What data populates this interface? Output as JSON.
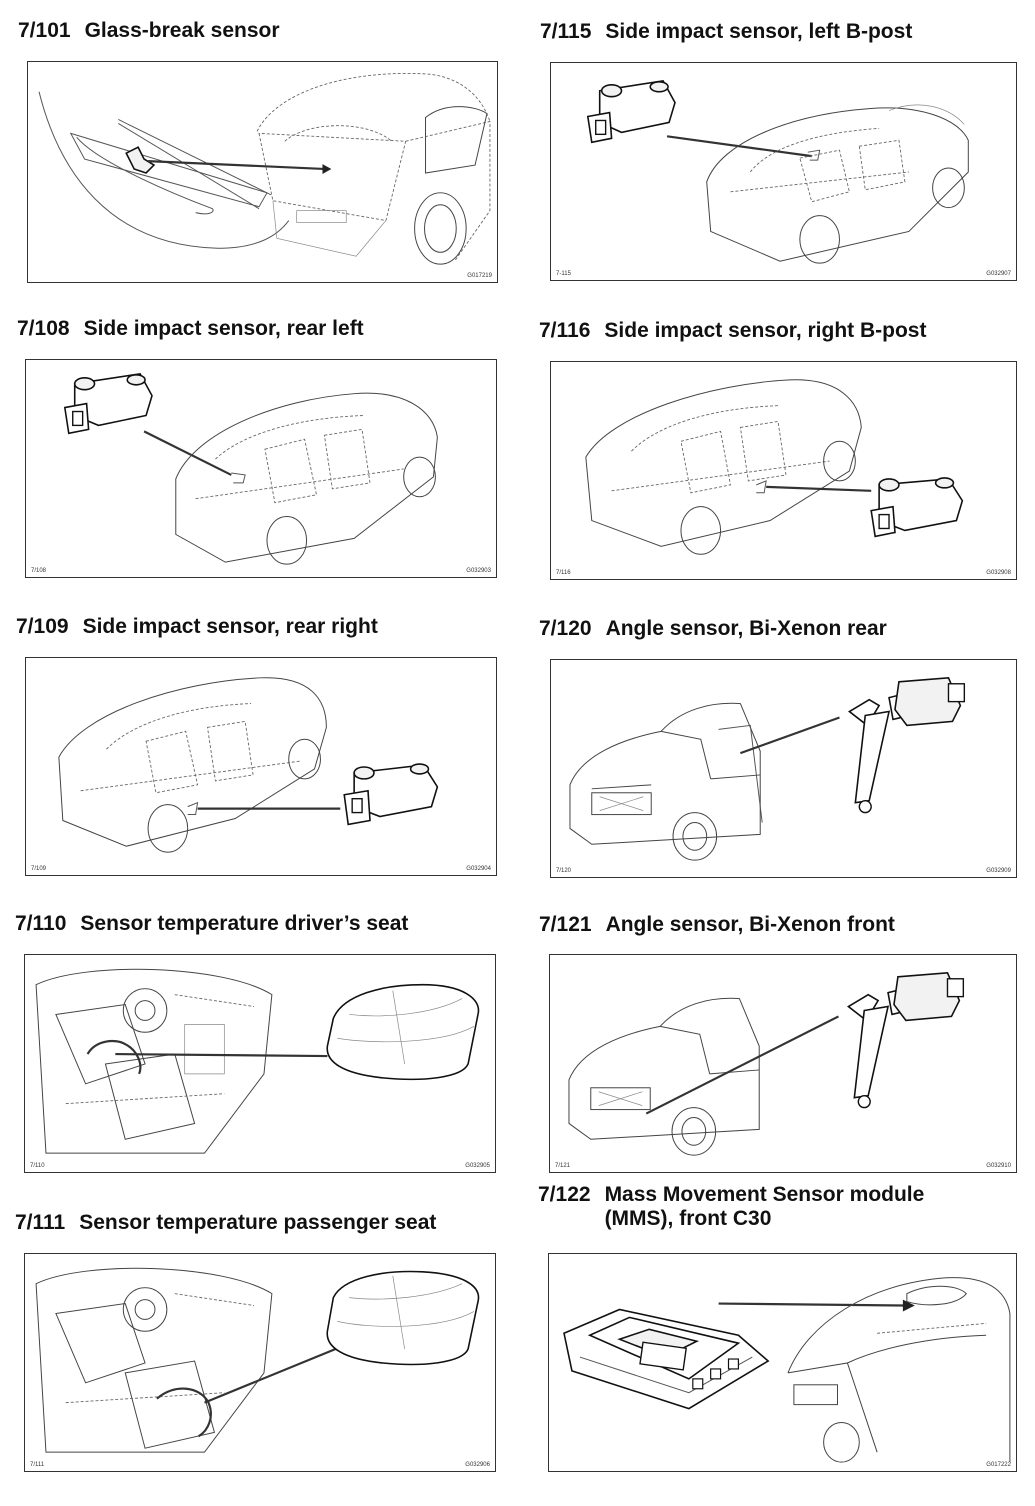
{
  "items": [
    {
      "code": "7/101",
      "title": "Glass-break sensor",
      "label_left": "",
      "label_right": "G017219"
    },
    {
      "code": "7/115",
      "title": "Side impact sensor, left B-post",
      "label_left": "7-115",
      "label_right": "G032907"
    },
    {
      "code": "7/108",
      "title": "Side impact sensor, rear left",
      "label_left": "7/108",
      "label_right": "G032903"
    },
    {
      "code": "7/116",
      "title": "Side impact sensor, right B-post",
      "label_left": "7/116",
      "label_right": "G032908"
    },
    {
      "code": "7/109",
      "title": "Side impact sensor, rear right",
      "label_left": "7/109",
      "label_right": "G032904"
    },
    {
      "code": "7/120",
      "title": "Angle sensor, Bi-Xenon rear",
      "label_left": "7/120",
      "label_right": "G032909"
    },
    {
      "code": "7/110",
      "title": "Sensor temperature driver’s seat",
      "label_left": "7/110",
      "label_right": "G032905"
    },
    {
      "code": "7/121",
      "title": "Angle sensor, Bi-Xenon front",
      "label_left": "7/121",
      "label_right": "G032910"
    },
    {
      "code": "7/111",
      "title": "Sensor temperature passenger seat",
      "label_left": "7/111",
      "label_right": "G032906"
    },
    {
      "code": "7/122",
      "title": "Mass Movement Sensor module (MMS), front C30",
      "label_left": "",
      "label_right": "G017222"
    }
  ]
}
